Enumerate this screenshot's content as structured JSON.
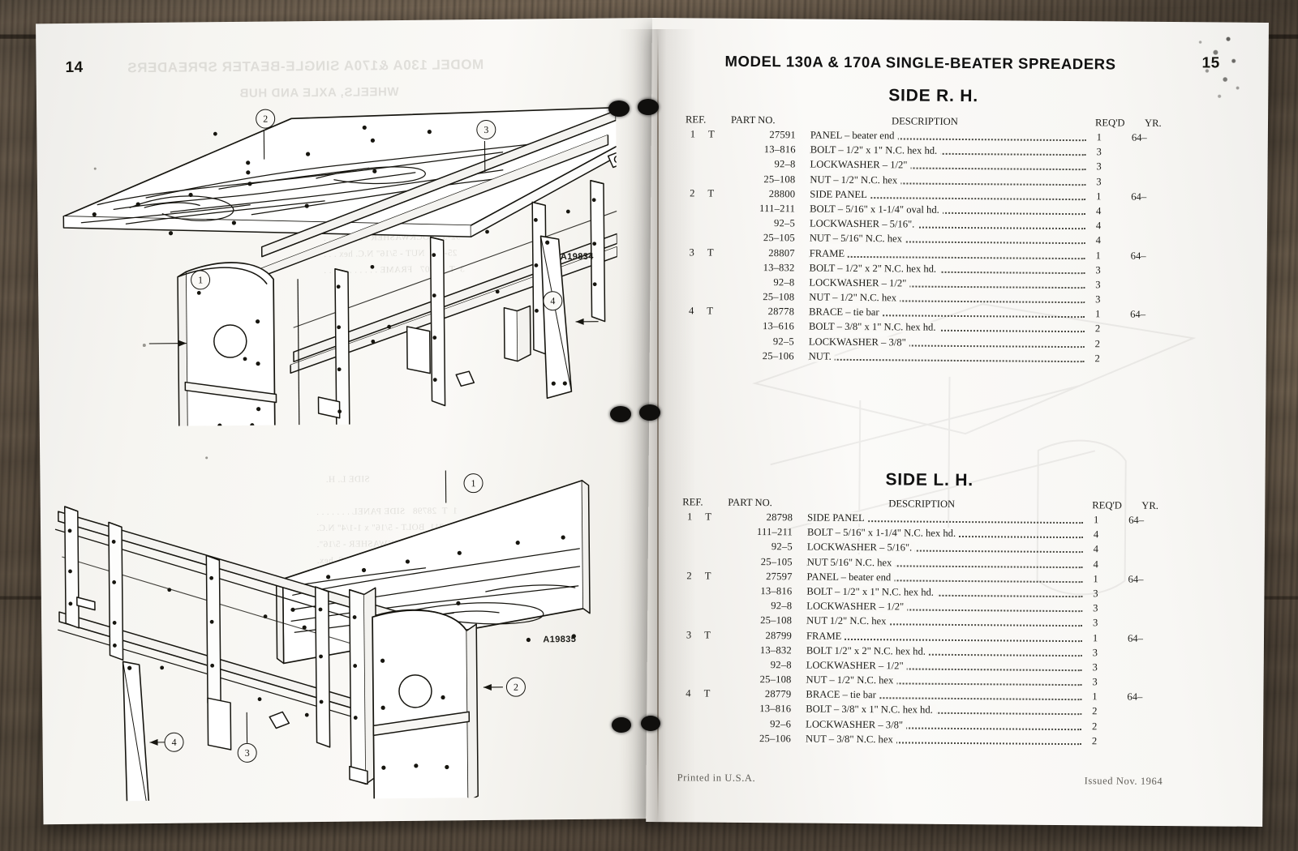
{
  "document": {
    "background": "weathered-wood-desk",
    "type": "open parts catalog booklet"
  },
  "left_page": {
    "page_number": "14",
    "ghost_header_line1": "MODEL 130A &170A SINGLE-BEATER SPREADERS",
    "ghost_header_line2": "WHEELS, AXLE AND HUB",
    "figures": [
      {
        "code": "A19834",
        "callouts": [
          "1",
          "2",
          "3",
          "4"
        ],
        "caption_semantic": "exploded isometric view of right-hand side assembly"
      },
      {
        "code": "A19835",
        "callouts": [
          "1",
          "2",
          "3",
          "4"
        ],
        "caption_semantic": "exploded isometric view of left-hand side assembly"
      }
    ]
  },
  "right_page": {
    "page_number": "15",
    "header_title": "MODEL 130A & 170A SINGLE-BEATER SPREADERS",
    "columns": {
      "ref": "REF.",
      "part_no": "PART NO.",
      "description": "DESCRIPTION",
      "reqd": "REQ'D",
      "yr": "YR."
    },
    "sections": [
      {
        "title": "SIDE R. H.",
        "rows": [
          {
            "ref": "1",
            "t": "T",
            "part": "27591",
            "desc": "PANEL – beater end",
            "reqd": "1",
            "yr": "64–"
          },
          {
            "ref": "",
            "t": "",
            "part": "13–816",
            "desc": "BOLT – 1/2\" x 1\" N.C. hex hd.",
            "reqd": "3",
            "yr": ""
          },
          {
            "ref": "",
            "t": "",
            "part": "92–8",
            "desc": "LOCKWASHER – 1/2\"",
            "reqd": "3",
            "yr": ""
          },
          {
            "ref": "",
            "t": "",
            "part": "25–108",
            "desc": "NUT – 1/2\" N.C. hex",
            "reqd": "3",
            "yr": ""
          },
          {
            "ref": "2",
            "t": "T",
            "part": "28800",
            "desc": "SIDE PANEL",
            "reqd": "1",
            "yr": "64–"
          },
          {
            "ref": "",
            "t": "",
            "part": "111–211",
            "desc": "BOLT – 5/16\" x 1-1/4\" oval hd.",
            "reqd": "4",
            "yr": ""
          },
          {
            "ref": "",
            "t": "",
            "part": "92–5",
            "desc": "LOCKWASHER – 5/16\".",
            "reqd": "4",
            "yr": ""
          },
          {
            "ref": "",
            "t": "",
            "part": "25–105",
            "desc": "NUT – 5/16\" N.C. hex",
            "reqd": "4",
            "yr": ""
          },
          {
            "ref": "3",
            "t": "T",
            "part": "28807",
            "desc": "FRAME",
            "reqd": "1",
            "yr": "64–"
          },
          {
            "ref": "",
            "t": "",
            "part": "13–832",
            "desc": "BOLT – 1/2\" x 2\" N.C. hex hd.",
            "reqd": "3",
            "yr": ""
          },
          {
            "ref": "",
            "t": "",
            "part": "92–8",
            "desc": "LOCKWASHER – 1/2\"",
            "reqd": "3",
            "yr": ""
          },
          {
            "ref": "",
            "t": "",
            "part": "25–108",
            "desc": "NUT – 1/2\" N.C. hex",
            "reqd": "3",
            "yr": ""
          },
          {
            "ref": "4",
            "t": "T",
            "part": "28778",
            "desc": "BRACE – tie bar",
            "reqd": "1",
            "yr": "64–"
          },
          {
            "ref": "",
            "t": "",
            "part": "13–616",
            "desc": "BOLT – 3/8\" x 1\" N.C. hex hd.",
            "reqd": "2",
            "yr": ""
          },
          {
            "ref": "",
            "t": "",
            "part": "92–5",
            "desc": "LOCKWASHER – 3/8\"",
            "reqd": "2",
            "yr": ""
          },
          {
            "ref": "",
            "t": "",
            "part": "25–106",
            "desc": "NUT.",
            "reqd": "2",
            "yr": ""
          }
        ]
      },
      {
        "title": "SIDE L. H.",
        "rows": [
          {
            "ref": "1",
            "t": "T",
            "part": "28798",
            "desc": "SIDE PANEL",
            "reqd": "1",
            "yr": "64–"
          },
          {
            "ref": "",
            "t": "",
            "part": "111–211",
            "desc": "BOLT – 5/16\" x 1-1/4\" N.C. hex hd.",
            "reqd": "4",
            "yr": ""
          },
          {
            "ref": "",
            "t": "",
            "part": "92–5",
            "desc": "LOCKWASHER – 5/16\".",
            "reqd": "4",
            "yr": ""
          },
          {
            "ref": "",
            "t": "",
            "part": "25–105",
            "desc": "NUT   5/16\" N.C. hex",
            "reqd": "4",
            "yr": ""
          },
          {
            "ref": "2",
            "t": "T",
            "part": "27597",
            "desc": "PANEL – beater end",
            "reqd": "1",
            "yr": "64–"
          },
          {
            "ref": "",
            "t": "",
            "part": "13–816",
            "desc": "BOLT – 1/2\" x 1\" N.C. hex hd.",
            "reqd": "3",
            "yr": ""
          },
          {
            "ref": "",
            "t": "",
            "part": "92–8",
            "desc": "LOCKWASHER – 1/2\"",
            "reqd": "3",
            "yr": ""
          },
          {
            "ref": "",
            "t": "",
            "part": "25–108",
            "desc": "NUT   1/2\" N.C. hex",
            "reqd": "3",
            "yr": ""
          },
          {
            "ref": "3",
            "t": "T",
            "part": "28799",
            "desc": "FRAME",
            "reqd": "1",
            "yr": "64–"
          },
          {
            "ref": "",
            "t": "",
            "part": "13–832",
            "desc": "BOLT   1/2\" x 2\" N.C. hex hd.",
            "reqd": "3",
            "yr": ""
          },
          {
            "ref": "",
            "t": "",
            "part": "92–8",
            "desc": "LOCKWASHER – 1/2\"",
            "reqd": "3",
            "yr": ""
          },
          {
            "ref": "",
            "t": "",
            "part": "25–108",
            "desc": "NUT – 1/2\" N.C. hex",
            "reqd": "3",
            "yr": ""
          },
          {
            "ref": "4",
            "t": "T",
            "part": "28779",
            "desc": "BRACE – tie bar",
            "reqd": "1",
            "yr": "64–"
          },
          {
            "ref": "",
            "t": "",
            "part": "13–816",
            "desc": "BOLT – 3/8\" x 1\" N.C. hex hd.",
            "reqd": "2",
            "yr": ""
          },
          {
            "ref": "",
            "t": "",
            "part": "92–6",
            "desc": "LOCKWASHER – 3/8\"",
            "reqd": "2",
            "yr": ""
          },
          {
            "ref": "",
            "t": "",
            "part": "25–106",
            "desc": "NUT – 3/8\" N.C. hex",
            "reqd": "2",
            "yr": ""
          }
        ]
      }
    ],
    "footer_left": "Printed in U.S.A.",
    "footer_right": "Issued Nov. 1964"
  },
  "colors": {
    "paper": "#faf9f6",
    "ink": "#15140f",
    "wood": "#7a6a58",
    "hole": "#100f0d"
  }
}
